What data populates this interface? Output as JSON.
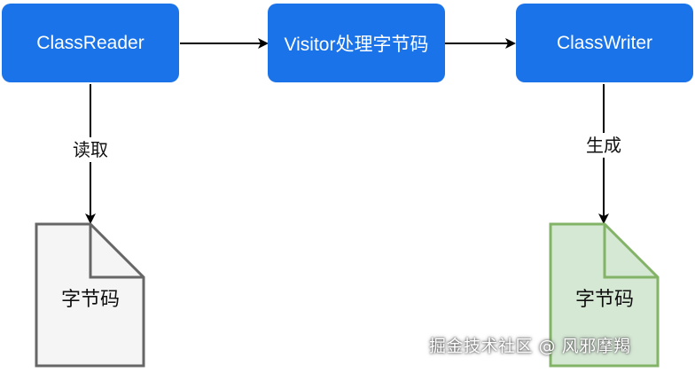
{
  "nodes": {
    "reader": {
      "label": "ClassReader"
    },
    "visitor": {
      "label": "Visitor处理字节码"
    },
    "writer": {
      "label": "ClassWriter"
    }
  },
  "edges": {
    "read": {
      "label": "读取"
    },
    "generate": {
      "label": "生成"
    }
  },
  "documents": {
    "input": {
      "label": "字节码"
    },
    "output": {
      "label": "字节码"
    }
  },
  "watermark": {
    "text": "掘金技术社区 @ 风邪摩羯"
  },
  "colors": {
    "node_fill": "#1a73e8",
    "node_text": "#ffffff",
    "doc_input_fill": "#f5f5f5",
    "doc_input_stroke": "#666666",
    "doc_output_fill": "#d5e8d4",
    "doc_output_stroke": "#82b366",
    "arrow": "#000000"
  }
}
